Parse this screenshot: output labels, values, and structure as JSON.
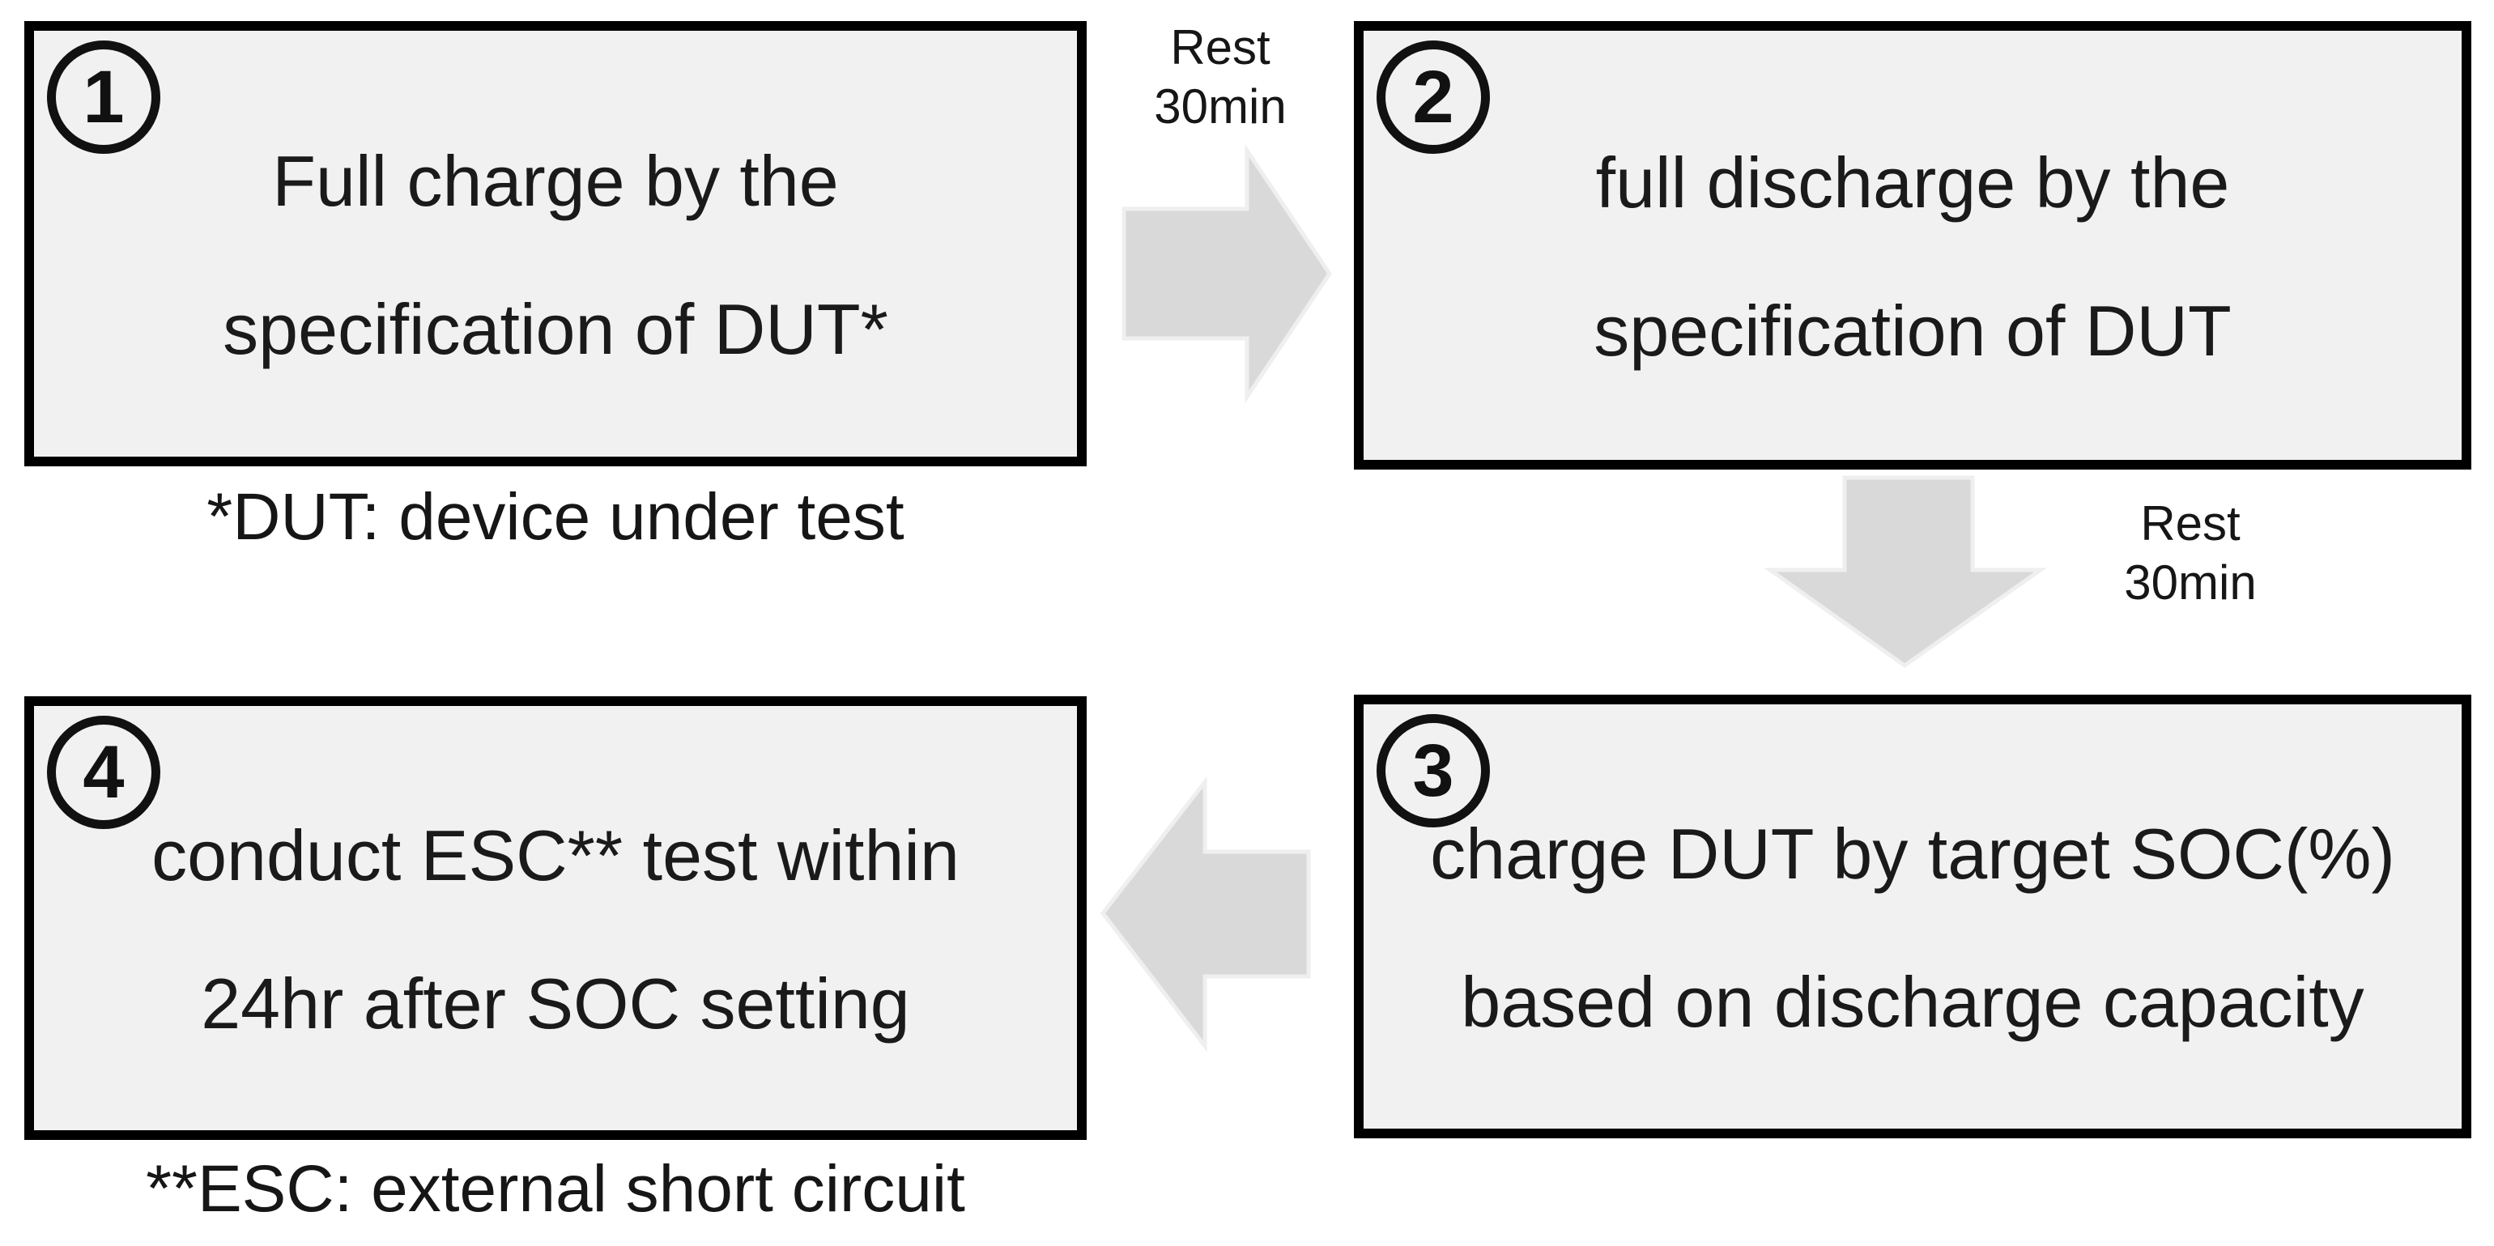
{
  "colors": {
    "background": "#ffffff",
    "box_fill": "#f1f1f1",
    "box_border": "#000000",
    "arrow_fill": "#d9d9d9",
    "text": "#1a1a1a"
  },
  "steps": [
    {
      "number": "1",
      "lines": [
        "Full charge by the",
        "specification of DUT*"
      ]
    },
    {
      "number": "2",
      "lines": [
        "full discharge by the",
        "specification of DUT"
      ]
    },
    {
      "number": "3",
      "lines": [
        "charge DUT by target SOC(%)",
        "based on discharge capacity"
      ]
    },
    {
      "number": "4",
      "lines": [
        "conduct ESC** test within",
        "24hr after SOC setting"
      ]
    }
  ],
  "footnotes": {
    "dut": "*DUT: device under test",
    "esc": "**ESC: external short circuit"
  },
  "arrows": {
    "right": {
      "label_line1": "Rest",
      "label_line2": "30min"
    },
    "down": {
      "label_line1": "Rest",
      "label_line2": "30min"
    },
    "left": {}
  }
}
